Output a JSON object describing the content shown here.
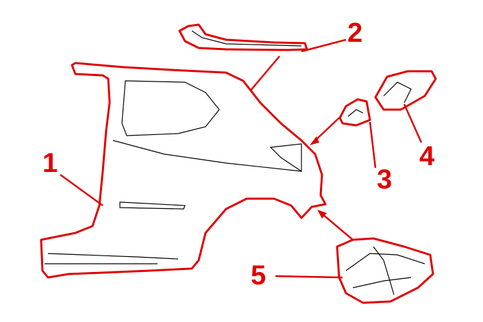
{
  "diagram": {
    "callouts": [
      {
        "id": "1",
        "label": "1"
      },
      {
        "id": "2",
        "label": "2"
      },
      {
        "id": "3",
        "label": "3"
      },
      {
        "id": "4",
        "label": "4"
      },
      {
        "id": "5",
        "label": "5"
      }
    ],
    "colors": {
      "outline": "#e00000",
      "linework": "#000000"
    }
  }
}
